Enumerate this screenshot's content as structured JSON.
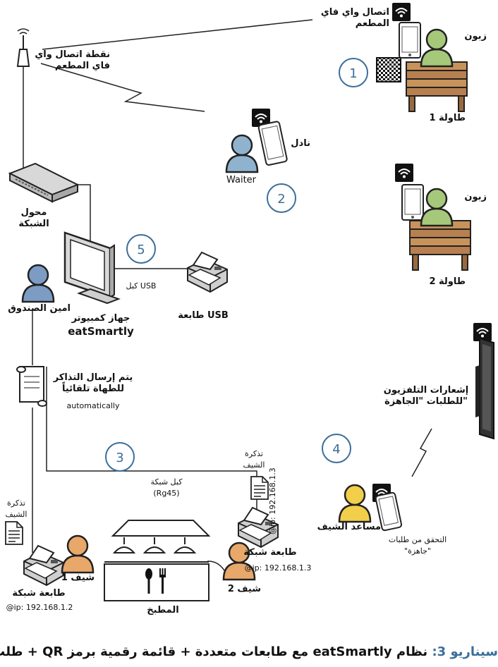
{
  "labels": {
    "wifi_connection": "اتصال واي فاي\nالمطعم",
    "customer_1": "زبون",
    "table_1": "طاولة 1",
    "access_point": "نقطة اتصال واي\nفاي المطعم",
    "waiter_ar": "نادل",
    "waiter_en": "Waiter",
    "customer_2": "زبون",
    "table_2": "طاولة 2",
    "network_switch": "محول\nالشبكة",
    "usb_cable": "كبل USB",
    "cashier": "امين الصندوق",
    "computer_line1": "جهاز كمبيوتر",
    "computer_line2": "eatSmartly",
    "usb_printer": "طابعة USB",
    "tickets_sent": "يتم إرسال التذاكر\nللطهاة تلقائياً",
    "tickets_sent_en": "automatically",
    "tv_notifications": "إشعارات التلفزيون\nللطلبات \"الجاهزة\"",
    "network_cable": "كبل شبكة\n(Rg45)",
    "chef_ticket_right": "تذكرة\nالشيف",
    "printer_ip_vertical": "@ip: 192.168.1.3",
    "sous_chef": "مساعد الشيف",
    "check_orders": "التحقق من طلبات\n\"جاهزة\"",
    "chef_ticket_left": "تذكرة\nالشيف",
    "network_printer_right": "طابعة شبكة",
    "printer_ip_right": "@ip: 192.168.1.3",
    "chef_2": "شيف 2",
    "chef_1": "شيف 1",
    "network_printer_left": "طابعة شبكة",
    "printer_ip_left": "@ip: 192.168.1.2",
    "kitchen": "المطبخ"
  },
  "steps": [
    "1",
    "2",
    "3",
    "4",
    "5"
  ],
  "caption": {
    "prefix": "سيناريو 3:",
    "rest": " نظام eatSmartly مع طابعات متعددة + قائمة رقمية برمز QR + طلب"
  },
  "colors": {
    "step_circle": "#3c6e99",
    "caption_accent": "#3c6e99",
    "customer": "#a6c87a",
    "waiter": "#8fb3cf",
    "cashier": "#7d9cc4",
    "chef": "#e8a86a",
    "sous_chef": "#f2cf4a",
    "table_wood": "#c8935a"
  },
  "icons": [
    "wifi-icon",
    "qr-code-icon",
    "phone-icon",
    "tablet-icon",
    "access-point-icon",
    "network-switch-icon",
    "computer-monitor-icon",
    "printer-icon",
    "document-icon",
    "scroll-icon",
    "tv-icon",
    "kitchen-lamp-icon",
    "spoon-icon",
    "fork-icon"
  ]
}
